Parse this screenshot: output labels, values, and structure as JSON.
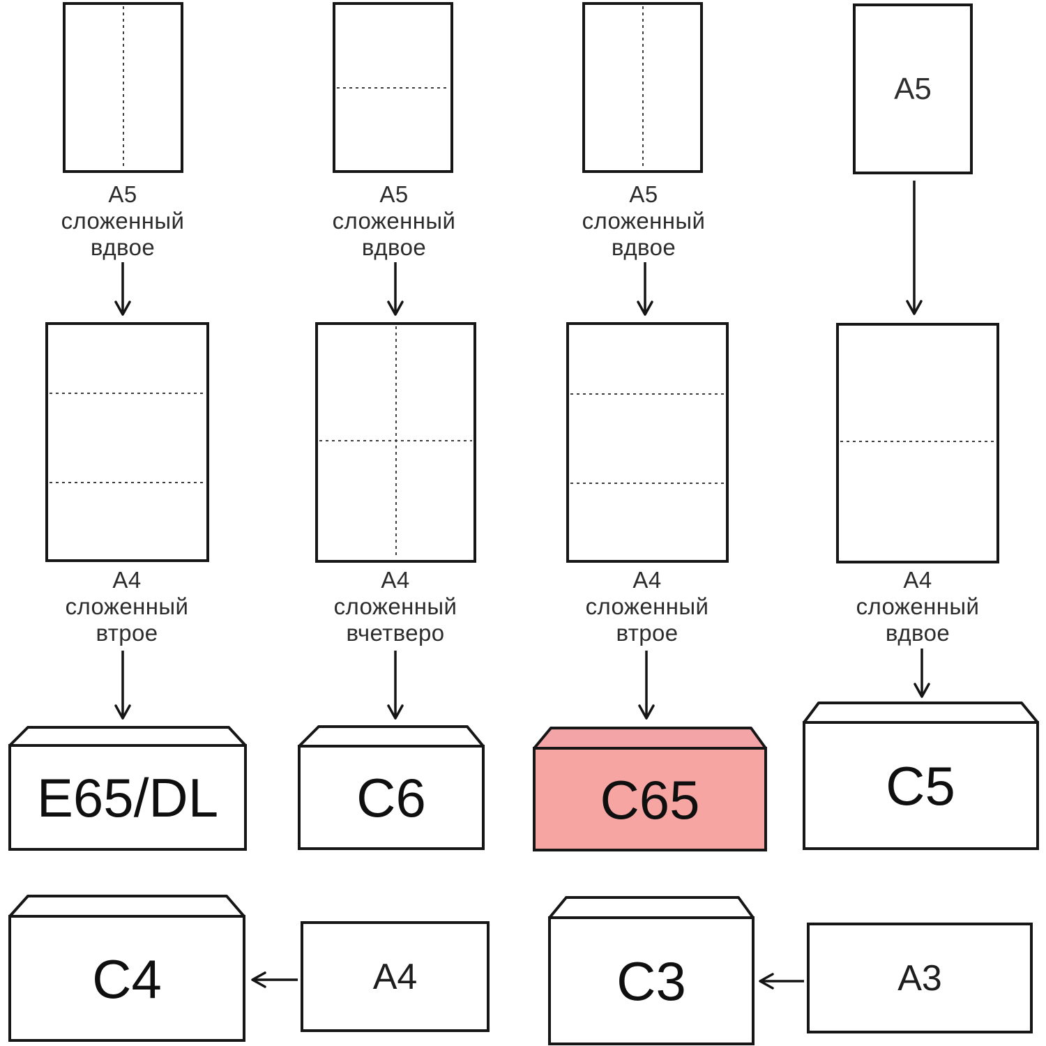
{
  "colors": {
    "outline": "#161616",
    "highlight_fill": "#f7a5a3",
    "highlight_flap_fill": "#f3a4a6",
    "paper_fill": "#ffffff"
  },
  "sheets_row1": [
    {
      "fold": "vertical-half",
      "caption_lines": [
        "А5",
        "сложенный",
        "вдвое"
      ]
    },
    {
      "fold": "horizontal-half",
      "caption_lines": [
        "А5",
        "сложенный",
        "вдвое"
      ]
    },
    {
      "fold": "vertical-half",
      "caption_lines": [
        "А5",
        "сложенный",
        "вдвое"
      ]
    },
    {
      "fold": "none",
      "inner_label": "А5"
    }
  ],
  "sheets_row2": [
    {
      "fold": "horizontal-thirds",
      "caption_lines": [
        "А4",
        "сложенный",
        "втрое"
      ]
    },
    {
      "fold": "quarters-cross",
      "caption_lines": [
        "А4",
        "сложенный",
        "вчетверо"
      ]
    },
    {
      "fold": "horizontal-thirds",
      "caption_lines": [
        "А4",
        "сложенный",
        "втрое"
      ]
    },
    {
      "fold": "horizontal-half",
      "caption_lines": [
        "А4",
        "сложенный",
        "вдвое"
      ]
    }
  ],
  "envelopes_row3": [
    {
      "label": "E65/DL",
      "highlighted": false
    },
    {
      "label": "C6",
      "highlighted": false
    },
    {
      "label": "C65",
      "highlighted": true
    },
    {
      "label": "C5",
      "highlighted": false
    }
  ],
  "bottom_row": {
    "envelope_c4_label": "C4",
    "sheet_a4_label": "А4",
    "envelope_c3_label": "C3",
    "sheet_a3_label": "А3"
  }
}
